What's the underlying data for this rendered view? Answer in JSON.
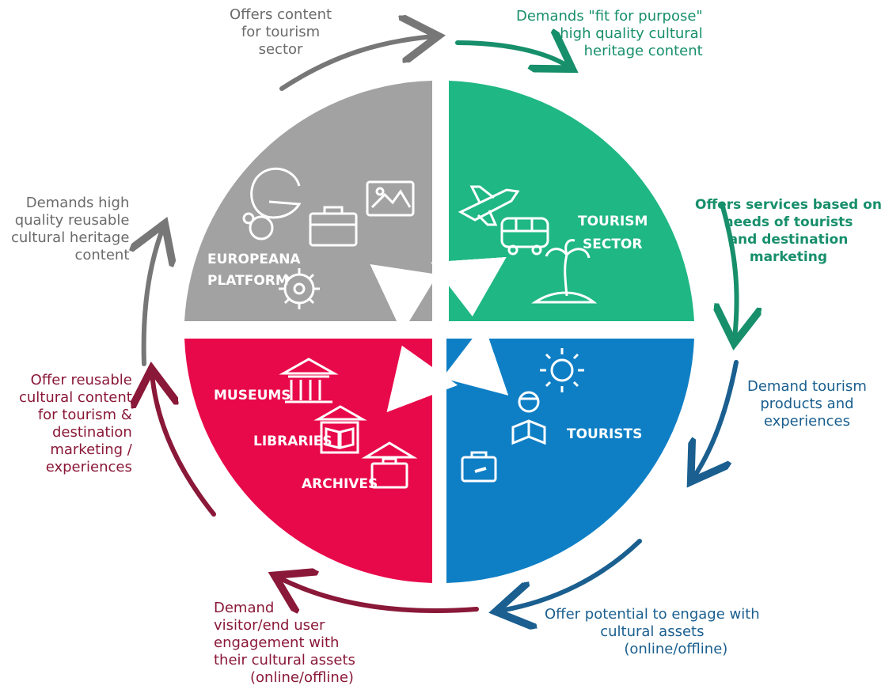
{
  "colors": {
    "grey": "#a2a2a2",
    "green": "#1fb784",
    "blue": "#0f7fc5",
    "red": "#e8094a",
    "grey_text": "#6b6b6b",
    "green_text": "#178f6b",
    "blue_text": "#1a5f8f",
    "red_text": "#8a1838"
  },
  "quadrants": {
    "europeana": {
      "line1": "EUROPEANA",
      "line2": "PLATFORM",
      "icons": [
        "europeana-e-logo-icon",
        "image-icon",
        "briefcase-icon",
        "gear-icon"
      ]
    },
    "tourism": {
      "line1": "TOURISM",
      "line2": "SECTOR",
      "icons": [
        "airplane-icon",
        "bus-icon",
        "palm-island-icon"
      ]
    },
    "tourists": {
      "label": "TOURISTS",
      "icons": [
        "sun-icon",
        "reading-tourist-icon",
        "suitcase-icon"
      ]
    },
    "institutions": {
      "museums": "MUSEUMS",
      "libraries": "LIBRARIES",
      "archives": "ARCHIVES",
      "icons": [
        "museum-icon",
        "library-icon",
        "archive-icon"
      ]
    }
  },
  "annotations": {
    "top_left": [
      "Offers content",
      "for tourism",
      "sector"
    ],
    "top_right": [
      "Demands \"fit for purpose\"",
      "high quality cultural",
      "heritage content"
    ],
    "right_upper": [
      "Offers services based on",
      "needs of tourists",
      "and destination",
      "marketing"
    ],
    "right_lower": [
      "Demand tourism",
      "products  and",
      "experiences"
    ],
    "bottom_right": [
      "Offer potential to engage with",
      "cultural assets",
      "(online/offline)"
    ],
    "bottom_left": [
      "Demand",
      "visitor/end user",
      "engagement with",
      "their cultural assets",
      "(online/offline)"
    ],
    "left_lower": [
      "Offer reusable",
      "cultural content",
      "for tourism  &",
      "destination",
      "marketing /",
      "experiences"
    ],
    "left_upper": [
      "Demands high",
      "quality reusable",
      "cultural heritage",
      "content"
    ]
  }
}
